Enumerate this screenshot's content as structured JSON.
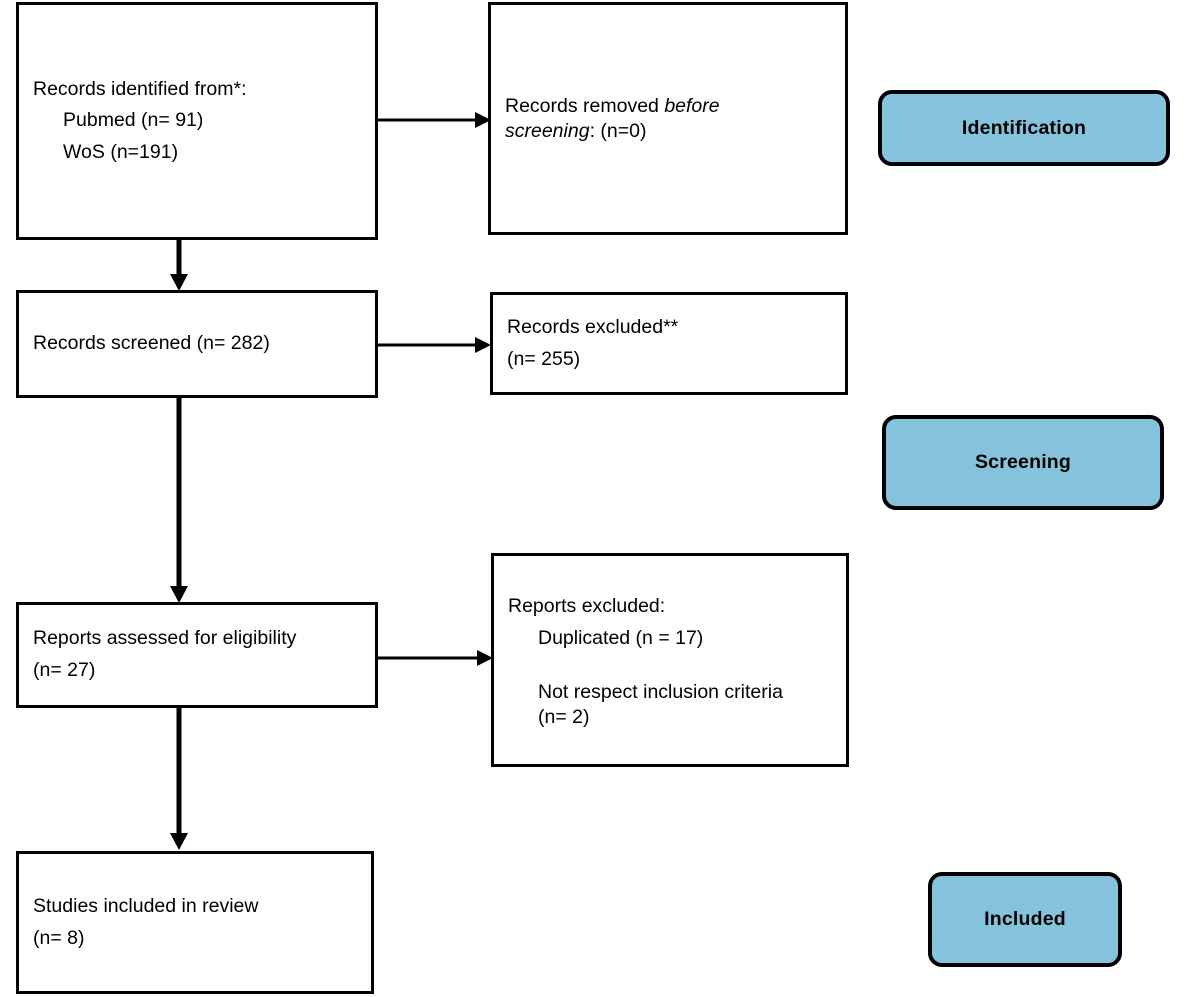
{
  "diagram": {
    "title": "PRISMA flow diagram",
    "accent_color": "#85c3dd",
    "border_color": "#000000",
    "background_color": "#ffffff"
  },
  "boxes": {
    "identified": {
      "heading": "Records identified from*:",
      "source_1": "Pubmed (n= 91)",
      "source_2": "WoS (n=191)"
    },
    "removed_before_screening": {
      "line_1_prefix": "Records removed ",
      "line_1_italic": "before",
      "line_2_italic": "screening",
      "line_2_suffix": ": (n=0)"
    },
    "records_screened": {
      "line_1": "Records screened (n= 282)"
    },
    "records_excluded": {
      "line_1": "Records excluded**",
      "line_2": "(n= 255)"
    },
    "reports_assessed": {
      "line_1": "Reports assessed for eligibility",
      "line_2": "(n= 27)"
    },
    "reports_excluded": {
      "heading": "Reports excluded:",
      "reason_1": "Duplicated (n = 17)",
      "reason_2": "Not respect inclusion criteria",
      "reason_2_count": "(n= 2)"
    },
    "studies_included": {
      "line_1": "Studies included in review",
      "line_2": "(n= 8)"
    }
  },
  "stages": {
    "identification": "Identification",
    "screening": "Screening",
    "included": "Included"
  },
  "counts": {
    "pubmed": 91,
    "wos": 191,
    "removed_before_screening": 0,
    "records_screened": 282,
    "records_excluded": 255,
    "reports_assessed": 27,
    "duplicated": 17,
    "not_respect_inclusion_criteria": 2,
    "studies_included": 8
  }
}
